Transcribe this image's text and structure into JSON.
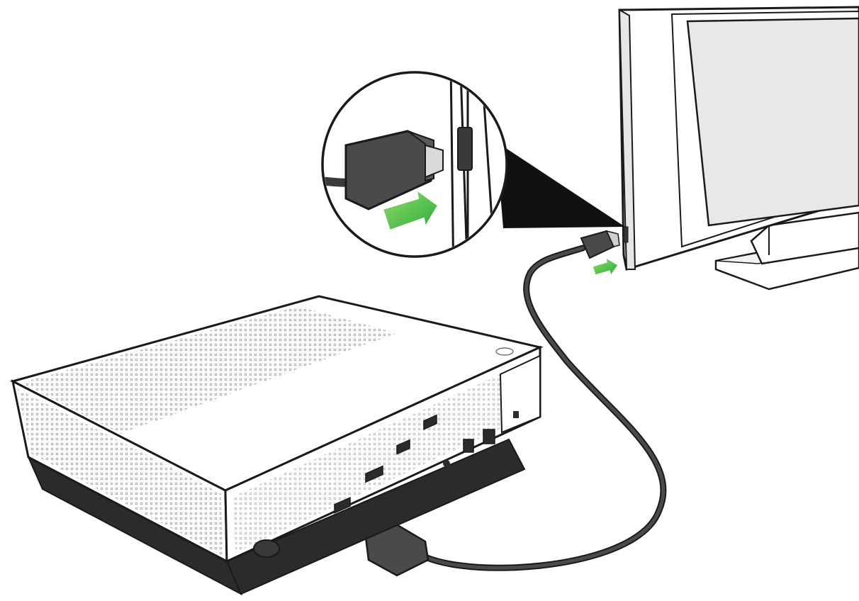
{
  "figure": {
    "kind": "illustration",
    "labels": []
  },
  "colors": {
    "background": "#ffffff",
    "outline": "#1a1a1a",
    "tv_panel": "#e8e8e8",
    "tv_frame": "#ffffff",
    "cable": "#3a3a3a",
    "connector": "#4a4a4a",
    "arrow_light": "#7ed957",
    "arrow_dark": "#2fa83a",
    "console_base": "#2b2b2b",
    "console_top": "#ffffff",
    "grille_dot": "#9a9a9a"
  },
  "icons": {
    "console": "console-icon",
    "tv": "television-icon",
    "cable": "hdmi-cable-icon",
    "arrow": "insert-arrow-icon",
    "magnifier": "zoom-callout-icon"
  },
  "parts": {
    "console": {
      "rear_ports": [
        "hdmi-out-port",
        "hdmi-in-port",
        "usb-port",
        "usb-port",
        "ir-port",
        "optical-audio-port",
        "ethernet-port"
      ],
      "front_button": "power-button"
    }
  }
}
